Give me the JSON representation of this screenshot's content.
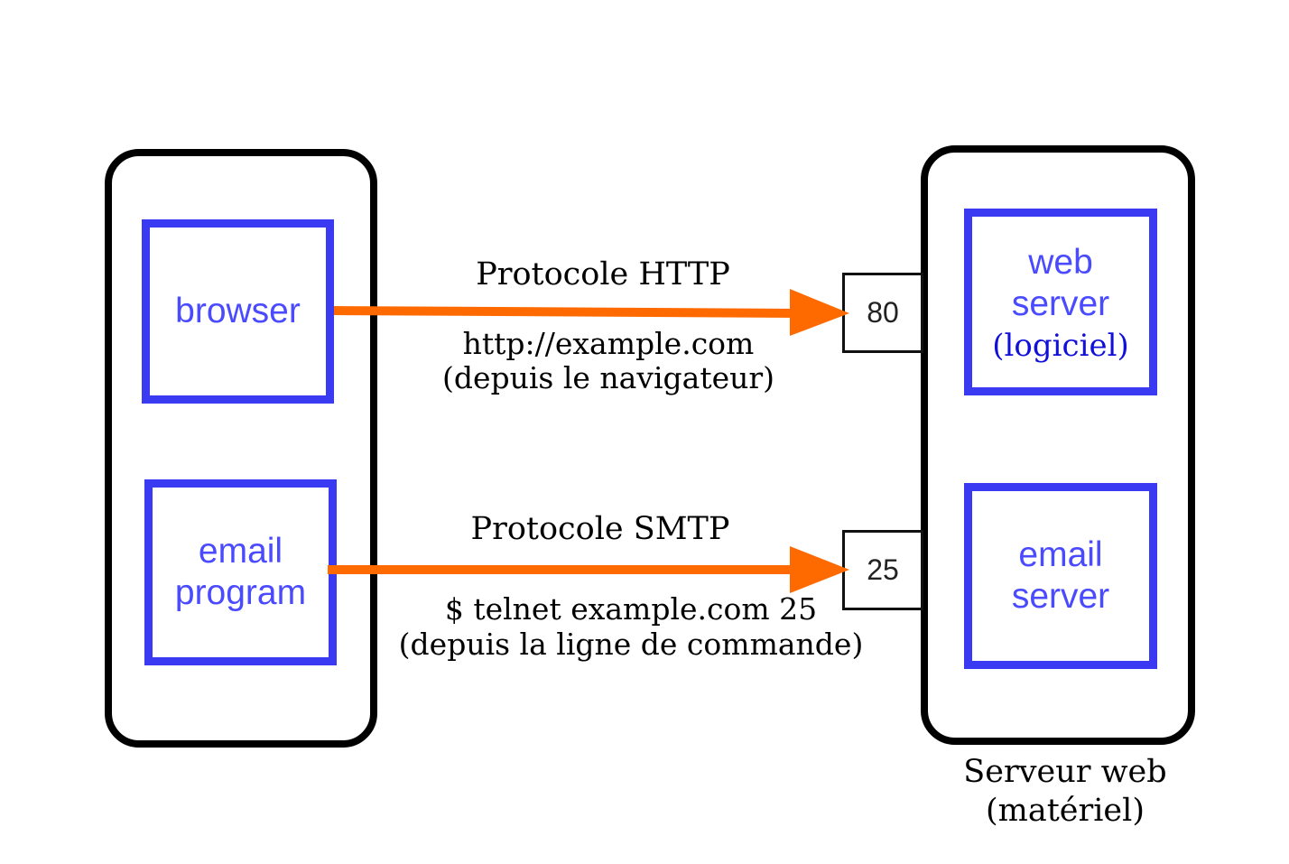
{
  "client": {
    "browser_label": "browser",
    "email_label_line1": "email",
    "email_label_line2": "program"
  },
  "server": {
    "web_line1": "web",
    "web_line2": "server",
    "web_line3": "(logiciel)",
    "email_line1": "email",
    "email_line2": "server",
    "caption_line1": "Serveur web",
    "caption_line2": "(matériel)"
  },
  "ports": {
    "http": "80",
    "smtp": "25"
  },
  "http": {
    "protocol": "Protocole HTTP",
    "url": "http://example.com",
    "context": "(depuis le navigateur)"
  },
  "smtp": {
    "protocol": "Protocole SMTP",
    "command": "$ telnet example.com 25",
    "context": "(depuis la ligne de commande)"
  },
  "colors": {
    "arrow": "#ff6a00",
    "app_border": "#3a3af2",
    "app_text": "#4a4aff",
    "machine_border": "#000000"
  }
}
